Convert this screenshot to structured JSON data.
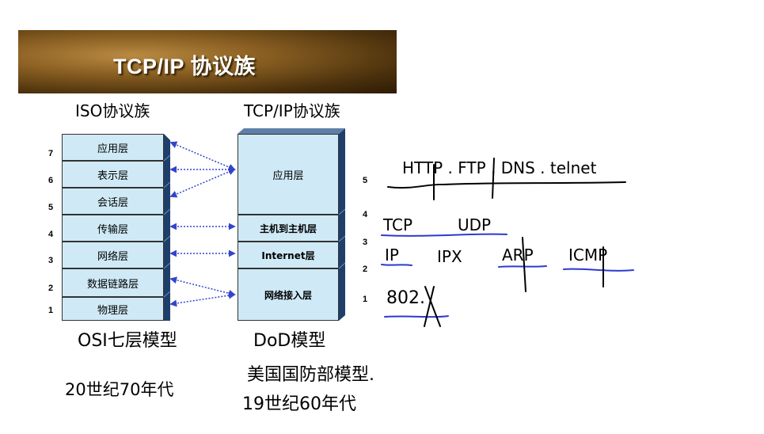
{
  "title": "TCP/IP 协议族",
  "osi": {
    "layers": [
      {
        "num": "7",
        "name": "应用层"
      },
      {
        "num": "6",
        "name": "表示层"
      },
      {
        "num": "5",
        "name": "会话层"
      },
      {
        "num": "4",
        "name": "传输层"
      },
      {
        "num": "3",
        "name": "网络层"
      },
      {
        "num": "2",
        "name": "数据链路层"
      },
      {
        "num": "1",
        "name": "物理层"
      }
    ]
  },
  "tcpip": {
    "layers": [
      {
        "num": "5",
        "name": "应用层"
      },
      {
        "num": "4",
        "name": "主机到主机层"
      },
      {
        "num": "3",
        "name": "Internet层"
      },
      {
        "num": "2",
        "name": "网络接入层"
      }
    ],
    "extra_num": "1"
  },
  "handwriting": {
    "iso_label": "ISO协议族",
    "tcpip_label": "TCP/IP协议族",
    "osi_model": "OSI七层模型",
    "osi_era": "20世纪70年代",
    "dod_model": "DoD模型",
    "dod_origin": "美国国防部模型.",
    "dod_era": "19世纪60年代",
    "app_protocols": "HTTP . FTP . DNS . telnet",
    "transport_protocols": [
      "TCP",
      "UDP"
    ],
    "internet_protocols": [
      "IP",
      "IPX",
      "ARP",
      "ICMP"
    ],
    "link_protocol": "802."
  },
  "colors": {
    "layer_fill": "#cfeaf6",
    "arrow": "#3344cc",
    "underline": "#2a3bd0",
    "banner": "#6b4612"
  }
}
